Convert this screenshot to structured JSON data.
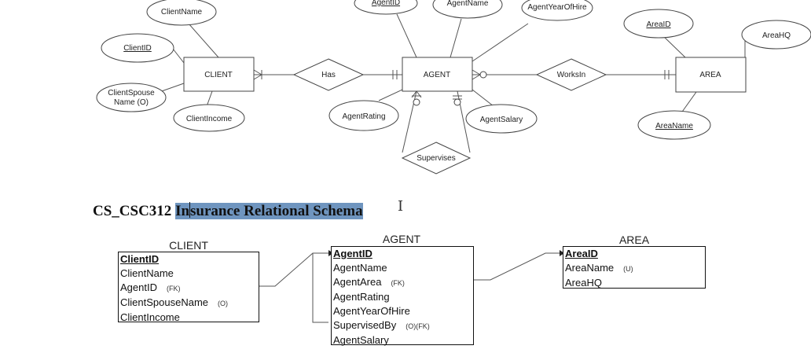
{
  "er": {
    "entities": {
      "client": "CLIENT",
      "agent": "AGENT",
      "area": "AREA"
    },
    "relationships": {
      "has": "Has",
      "works_in": "WorksIn",
      "supervises": "Supervises"
    },
    "attributes": {
      "client_name": "ClientName",
      "client_id": "ClientID",
      "client_spouse_name": [
        "ClientSpouse",
        "Name (O)"
      ],
      "client_income": "ClientIncome",
      "agent_id": "AgentID",
      "agent_name": "AgentName",
      "agent_year_of_hire": "AgentYearOfHire",
      "agent_rating": "AgentRating",
      "agent_salary": "AgentSalary",
      "area_id": "AreaID",
      "area_hq": "AreaHQ",
      "area_name": "AreaName"
    }
  },
  "title": {
    "before": "CS_CSC312 ",
    "selected_start": "In",
    "selected_rest": "surance Relational Schema"
  },
  "schema": {
    "client": {
      "name": "CLIENT",
      "rows": [
        {
          "text": "ClientID",
          "pk": true,
          "tag": ""
        },
        {
          "text": "ClientName",
          "pk": false,
          "tag": ""
        },
        {
          "text": "AgentID",
          "pk": false,
          "tag": "(FK)"
        },
        {
          "text": "ClientSpouseName",
          "pk": false,
          "tag": "(O)"
        },
        {
          "text": "ClientIncome",
          "pk": false,
          "tag": ""
        }
      ]
    },
    "agent": {
      "name": "AGENT",
      "rows": [
        {
          "text": "AgentID",
          "pk": true,
          "tag": ""
        },
        {
          "text": "AgentName",
          "pk": false,
          "tag": ""
        },
        {
          "text": "AgentArea",
          "pk": false,
          "tag": "(FK)"
        },
        {
          "text": "AgentRating",
          "pk": false,
          "tag": ""
        },
        {
          "text": "AgentYearOfHire",
          "pk": false,
          "tag": ""
        },
        {
          "text": "SupervisedBy",
          "pk": false,
          "tag": "(O)(FK)"
        },
        {
          "text": "AgentSalary",
          "pk": false,
          "tag": ""
        }
      ]
    },
    "area": {
      "name": "AREA",
      "rows": [
        {
          "text": "AreaID",
          "pk": true,
          "tag": ""
        },
        {
          "text": "AreaName",
          "pk": false,
          "tag": "(U)"
        },
        {
          "text": "AreaHQ",
          "pk": false,
          "tag": ""
        }
      ]
    }
  }
}
